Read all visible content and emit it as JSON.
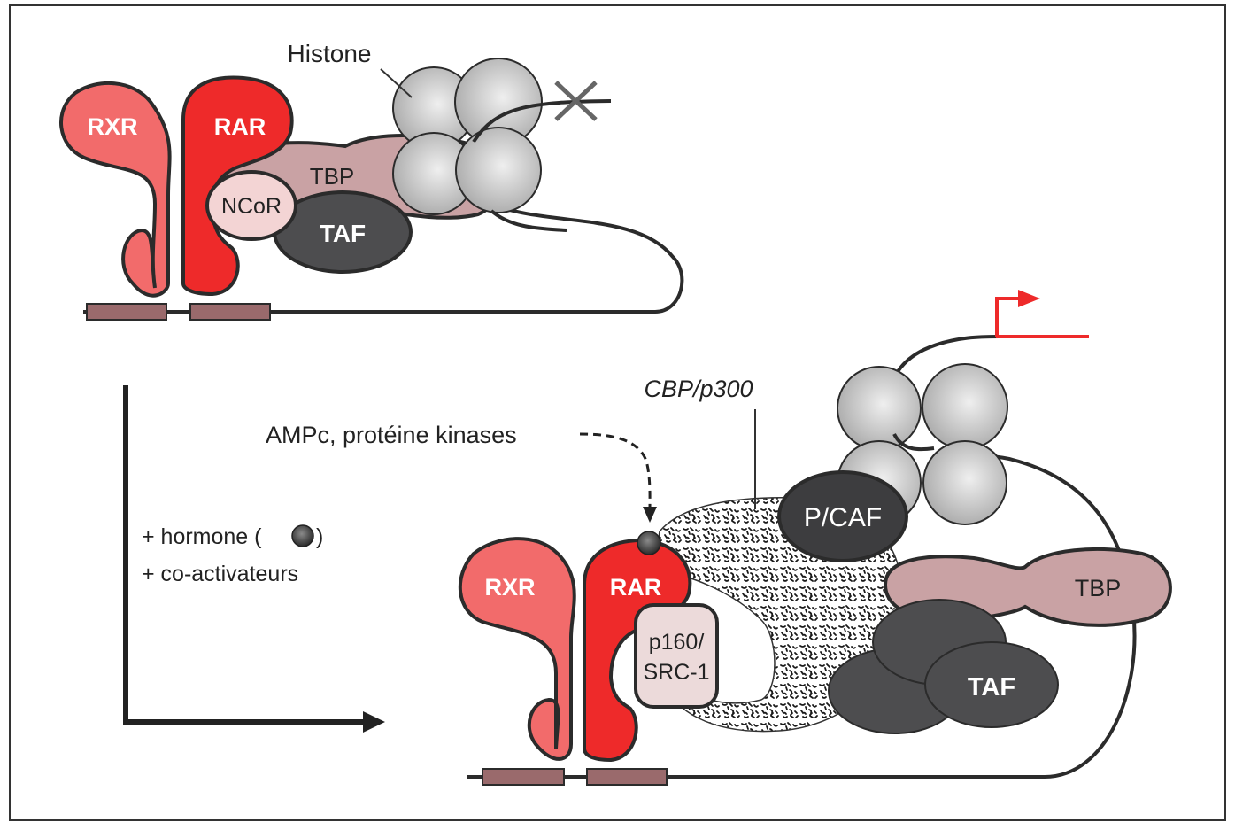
{
  "figure": {
    "top_panel": {
      "state": "repressed",
      "receptors": {
        "rxr": "RXR",
        "rar": "RAR"
      },
      "corepressor": "NCoR",
      "tbp": "TBP",
      "taf": "TAF",
      "histone_label": "Histone",
      "transcription_blocked_icon": "cross-icon"
    },
    "transition": {
      "line1": "+ hormone (",
      "line1_end": ")",
      "line2": "+ co-activateurs"
    },
    "bottom_panel": {
      "state": "activated",
      "receptors": {
        "rxr": "RXR",
        "rar": "RAR"
      },
      "coactivator": {
        "line1": "p160/",
        "line2": "SRC-1"
      },
      "cbp_label": "CBP/p300",
      "kinase_label": "AMPc, protéine kinases",
      "pcaf": "P/CAF",
      "tbp": "TBP",
      "taf": "TAF",
      "transcription_start_icon": "arrow-right-icon"
    },
    "colors": {
      "rxr": "#f26b6b",
      "rar": "#ee2a2a",
      "tbp": "#c9a2a4",
      "taf": "#4d4d4f",
      "ncor": "#f3d4d4",
      "p160": "#ecdada",
      "histone": "#c4c4c4",
      "dna_box": "#9a6a6c",
      "start_arrow": "#ee2a2a"
    }
  }
}
